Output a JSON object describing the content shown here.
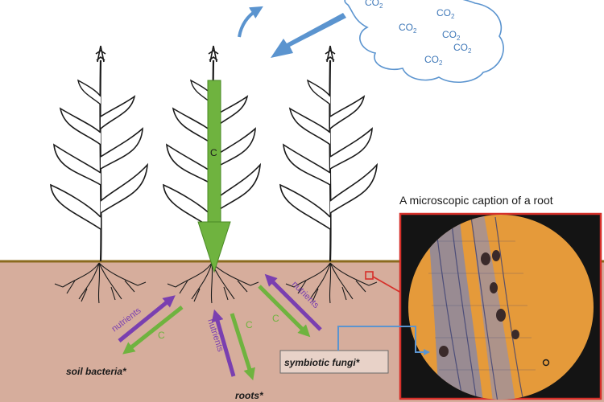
{
  "cloud": {
    "co2_label": "CO",
    "co2_sub": "2",
    "count": 6
  },
  "stem_arrow_label": "C",
  "caption": "A microscopic caption of a root",
  "exchange": {
    "nutrients_label": "nutrients",
    "carbon_label": "C"
  },
  "labels": {
    "soil_bacteria": "soil bacteria*",
    "roots": "roots*",
    "symbiotic_fungi": "symbiotic fungi*"
  },
  "colors": {
    "soil": "#d6ad9c",
    "ground_line": "#8a6a1e",
    "green_arrow": "#6fb33f",
    "purple_arrow": "#7a3fb0",
    "blue_arrow": "#5b94cf",
    "cloud_text": "#3f78b8",
    "red_link": "#d6302a",
    "micro_orange": "#e59a3a"
  }
}
